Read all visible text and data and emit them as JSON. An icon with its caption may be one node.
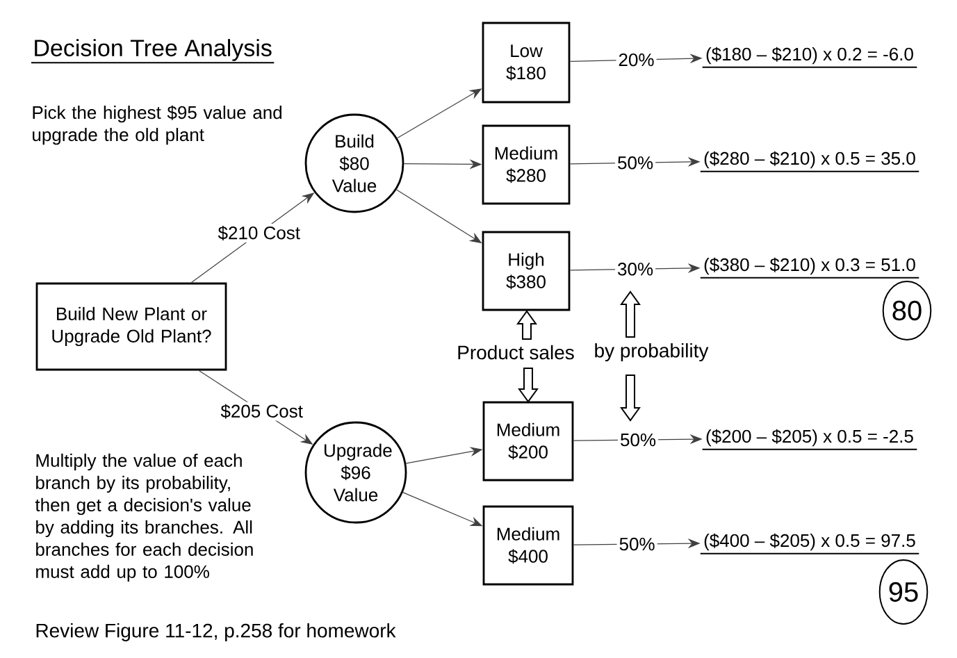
{
  "diagram": {
    "title": "Decision Tree Analysis",
    "nodes": [
      {
        "text": [
          "Build New Plant or Upgrade Old Plant?"
        ]
      },
      {
        "text": [
          "Build $80 Value"
        ]
      },
      {
        "text": [
          "Upgrade $96 Value"
        ]
      },
      {
        "text": [
          "Low $180"
        ]
      },
      {
        "text": [
          "Medium $280"
        ]
      },
      {
        "text": [
          "High $380"
        ]
      },
      {
        "text": [
          "Medium $200"
        ]
      },
      {
        "text": [
          "Medium $400"
        ]
      },
      {
        "text": [
          "($180 – $210) x 0.2 = -6.0"
        ]
      },
      {
        "text": [
          "($280 – $210) x 0.5 = 35.0"
        ]
      },
      {
        "text": [
          "($380 – $210) x 0.3 = 51.0"
        ]
      },
      {
        "text": [
          "($200 – $205) x 0.5 = -2.5"
        ]
      },
      {
        "text": [
          "($400 – $205) x 0.5 = 97.5"
        ]
      },
      {
        "text": [
          "80"
        ]
      },
      {
        "text": [
          "95"
        ]
      }
    ],
    "edges": [
      {
        "from": 0,
        "to": 1,
        "arrow": "to",
        "label": "$210 Cost"
      },
      {
        "from": 0,
        "to": 2,
        "arrow": "to",
        "label": "$205 Cost"
      },
      {
        "from": 1,
        "to": 3,
        "arrow": "to"
      },
      {
        "from": 1,
        "to": 4,
        "arrow": "to"
      },
      {
        "from": 1,
        "to": 5,
        "arrow": "to"
      },
      {
        "from": 2,
        "to": 6,
        "arrow": "to"
      },
      {
        "from": 2,
        "to": 7,
        "arrow": "to"
      },
      {
        "from": 3,
        "to": 8,
        "arrow": "to",
        "label": "20%"
      },
      {
        "from": 4,
        "to": 9,
        "arrow": "to",
        "label": "50%"
      },
      {
        "from": 5,
        "to": 10,
        "arrow": "to",
        "label": "30%"
      },
      {
        "from": 6,
        "to": 11,
        "arrow": "to",
        "label": "50%"
      },
      {
        "from": 7,
        "to": 12,
        "arrow": "to",
        "label": "50%"
      }
    ],
    "labels": [
      "Pick the highest $95 value and upgrade the old plant",
      "Product sales",
      "by probability",
      "Multiply the value of each branch by its probability, then get a decision's value by adding its branches.  All branches for each decision must add up to 100%",
      "Review Figure 11-12, p.258 for homework"
    ]
  }
}
